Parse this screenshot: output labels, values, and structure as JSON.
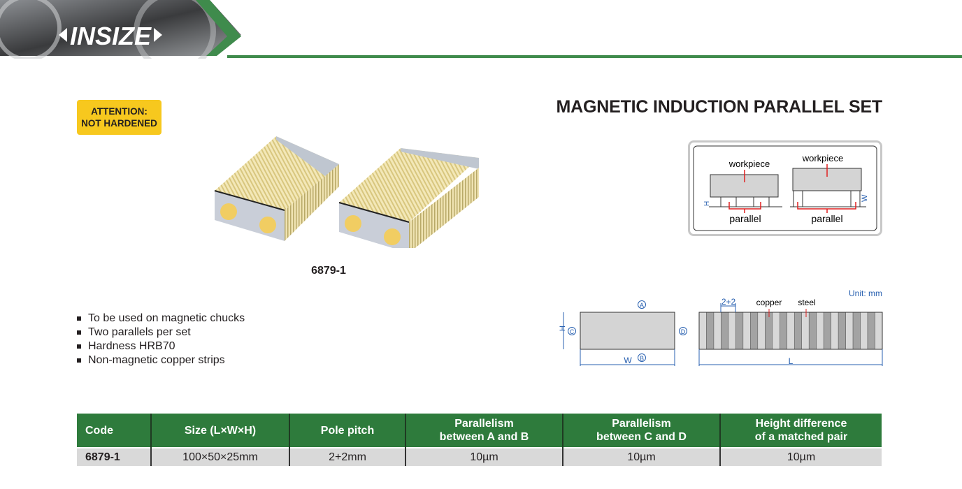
{
  "brand": {
    "logo_text": "INSIZE",
    "accent": "#3f8b4c"
  },
  "attention": {
    "line1": "ATTENTION:",
    "line2": "NOT HARDENED"
  },
  "title": "MAGNETIC INDUCTION PARALLEL SET",
  "product": {
    "code_caption": "6879-1"
  },
  "features": [
    "To be used on magnetic chucks",
    "Two parallels per set",
    "Hardness HRB70",
    "Non-magnetic copper strips"
  ],
  "usage_diagram": {
    "left": {
      "workpiece": "workpiece",
      "parallel": "parallel",
      "dim": "H"
    },
    "right": {
      "workpiece": "workpiece",
      "parallel": "parallel",
      "dim": "W"
    }
  },
  "dimension_diagram": {
    "unit": "Unit: mm",
    "faces": [
      "A",
      "B",
      "C",
      "D"
    ],
    "h_label": "H",
    "w_label": "W",
    "l_label": "L",
    "pitch_label": "2+2",
    "copper_label": "copper",
    "steel_label": "steel"
  },
  "table": {
    "headers": [
      [
        "Code",
        ""
      ],
      [
        "Size (L×W×H)",
        ""
      ],
      [
        "Pole pitch",
        ""
      ],
      [
        "Parallelism",
        "between A and B"
      ],
      [
        "Parallelism",
        "between C and D"
      ],
      [
        "Height difference",
        "of a matched pair"
      ]
    ],
    "rows": [
      [
        "6879-1",
        "100×50×25mm",
        "2+2mm",
        "10µm",
        "10µm",
        "10µm"
      ]
    ]
  }
}
